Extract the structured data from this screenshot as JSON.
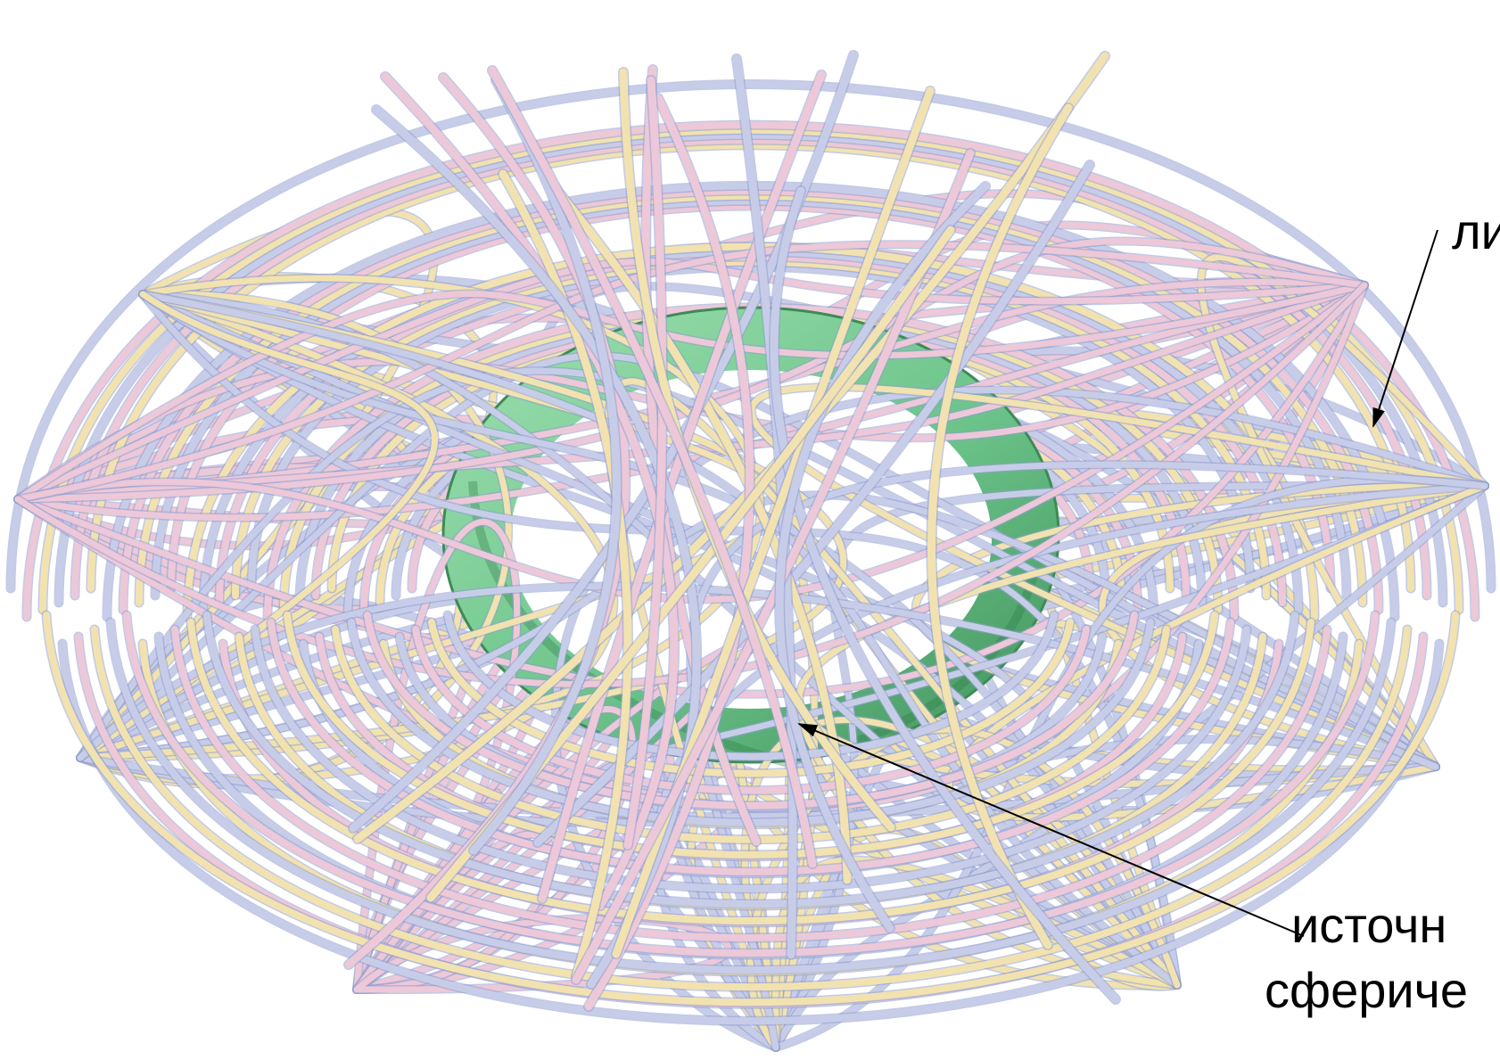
{
  "labels": {
    "top": "ли",
    "bottom_line1": "источн",
    "bottom_line2": "сфериче"
  },
  "colors": {
    "source_ring_light": "#8fd6a4",
    "source_ring_dark": "#4fa36a",
    "field_line_pink": "#ecc8d8",
    "field_line_blue": "#c7cde8",
    "field_line_yellow": "#f1e2b0",
    "field_line_tube_dark": "#8f9fd0",
    "annotation_line": "#000000"
  }
}
